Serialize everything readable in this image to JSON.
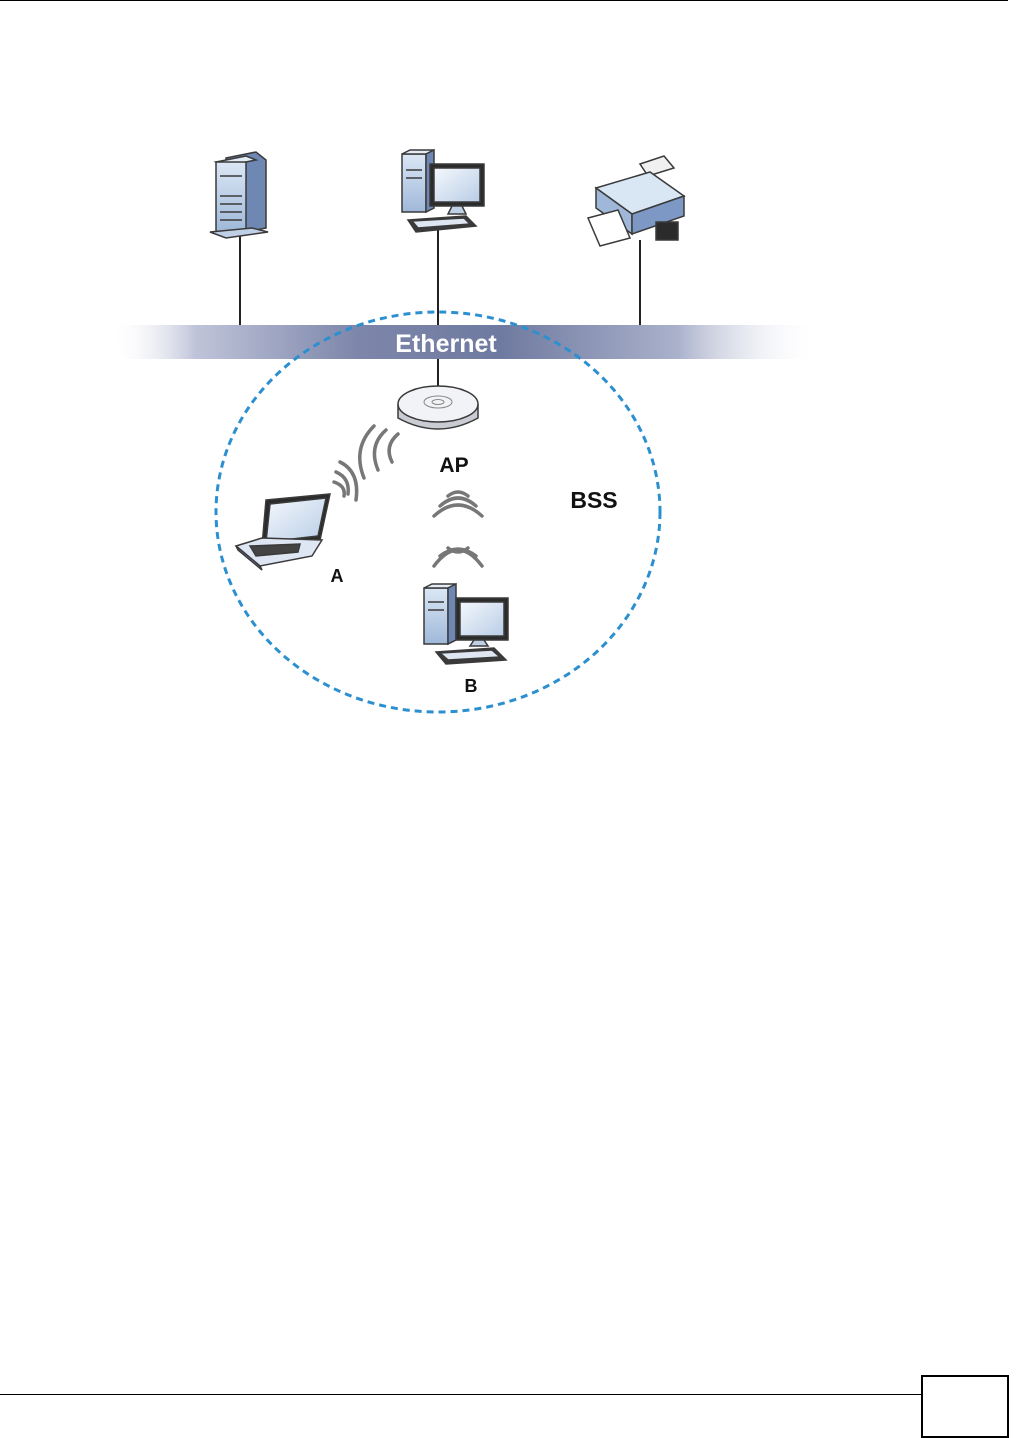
{
  "diagram": {
    "ethernet_label": "Ethernet",
    "ap_label": "AP",
    "bss_label": "BSS",
    "station_a_label": "A",
    "station_b_label": "B",
    "colors": {
      "bss_boundary": "#2b8fd0",
      "ethernet_bar": "#9aa2c0",
      "device_blue": "#b9cde6",
      "device_outline": "#3a3a3a"
    },
    "icons": [
      "server-icon",
      "desktop-computer-icon",
      "printer-icon",
      "access-point-icon",
      "laptop-icon",
      "wireless-signal-icon"
    ]
  },
  "footer": {
    "page_number": ""
  }
}
